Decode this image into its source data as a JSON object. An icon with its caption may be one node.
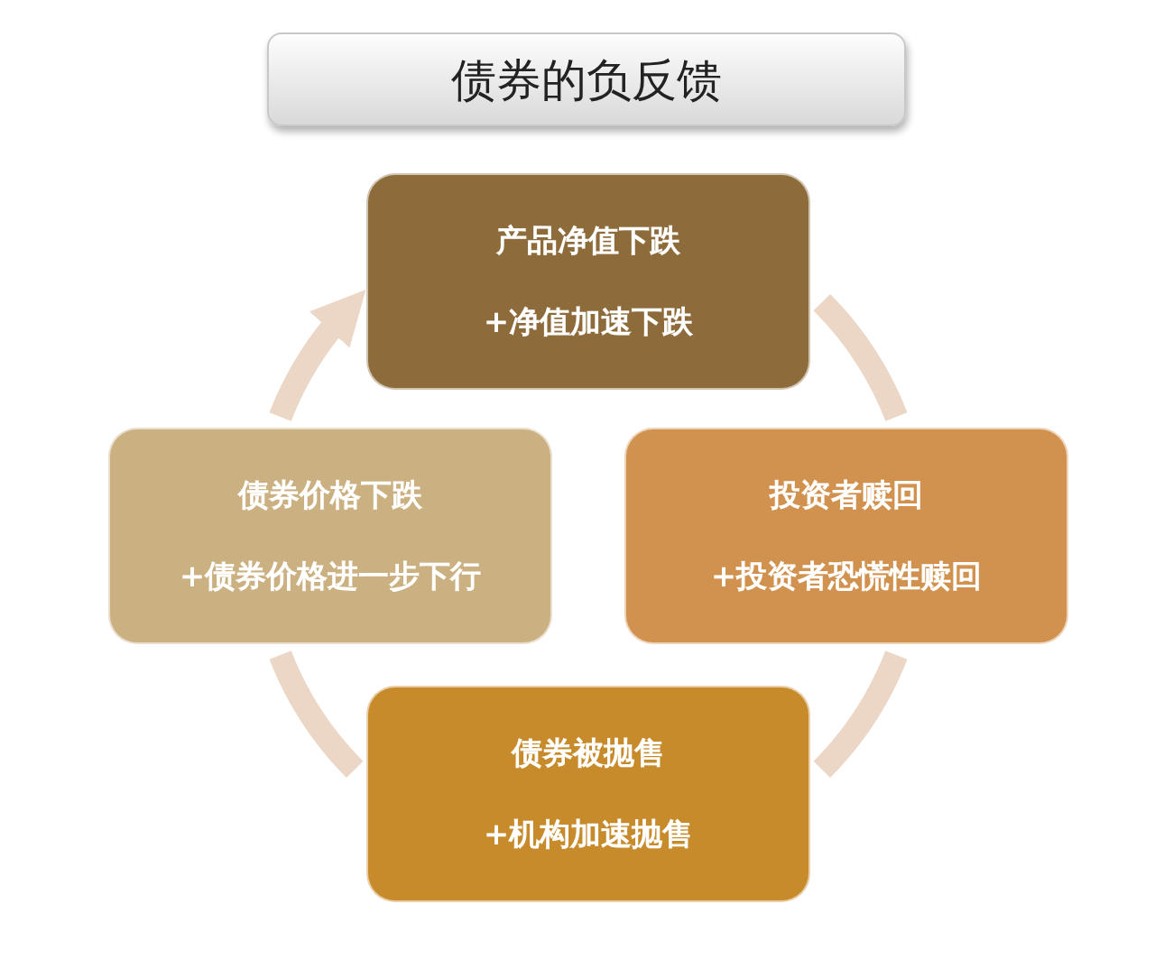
{
  "diagram": {
    "title": "债券的负反馈",
    "nodes": [
      {
        "text": [
          "产品净值下跌",
          "+净值加速下跌"
        ]
      },
      {
        "text": [
          "投资者赎回",
          "+投资者恐慌性赎回"
        ]
      },
      {
        "text": [
          "债券被抛售",
          "+机构加速抛售"
        ]
      },
      {
        "text": [
          "债券价格下跌",
          "+债券价格进一步下行"
        ]
      }
    ],
    "edges": [
      {
        "from": 0,
        "to": 1,
        "arrow": "none"
      },
      {
        "from": 1,
        "to": 2,
        "arrow": "none"
      },
      {
        "from": 2,
        "to": 3,
        "arrow": "none"
      },
      {
        "from": 3,
        "to": 0,
        "arrow": "to"
      }
    ]
  }
}
